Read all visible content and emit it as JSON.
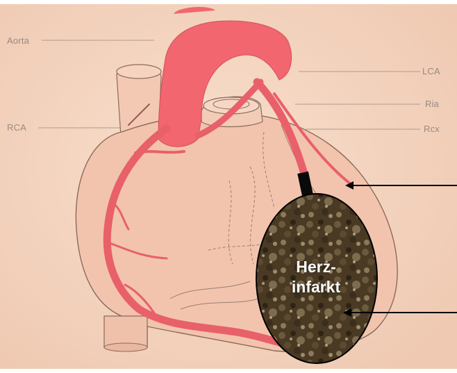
{
  "labels": {
    "aorta": "Aorta",
    "lca": "LCA",
    "ria": "Ria",
    "rca": "RCA",
    "rcx": "Rcx"
  },
  "infarct": {
    "line1": "Herz-",
    "line2": "infarkt"
  },
  "colors": {
    "background": "#f5d6c2",
    "heart_outline": "#8a6a5a",
    "artery": "#e8606a",
    "aorta": "#f26670",
    "occlusion": "#0a0a0a",
    "infarct_area": "#4a3a24",
    "label_text": "#9a8a80",
    "arrow": "#000000"
  },
  "icons": [
    "heart-illustration",
    "occlusion-marker",
    "infarct-ellipse",
    "arrow-left-icon"
  ]
}
